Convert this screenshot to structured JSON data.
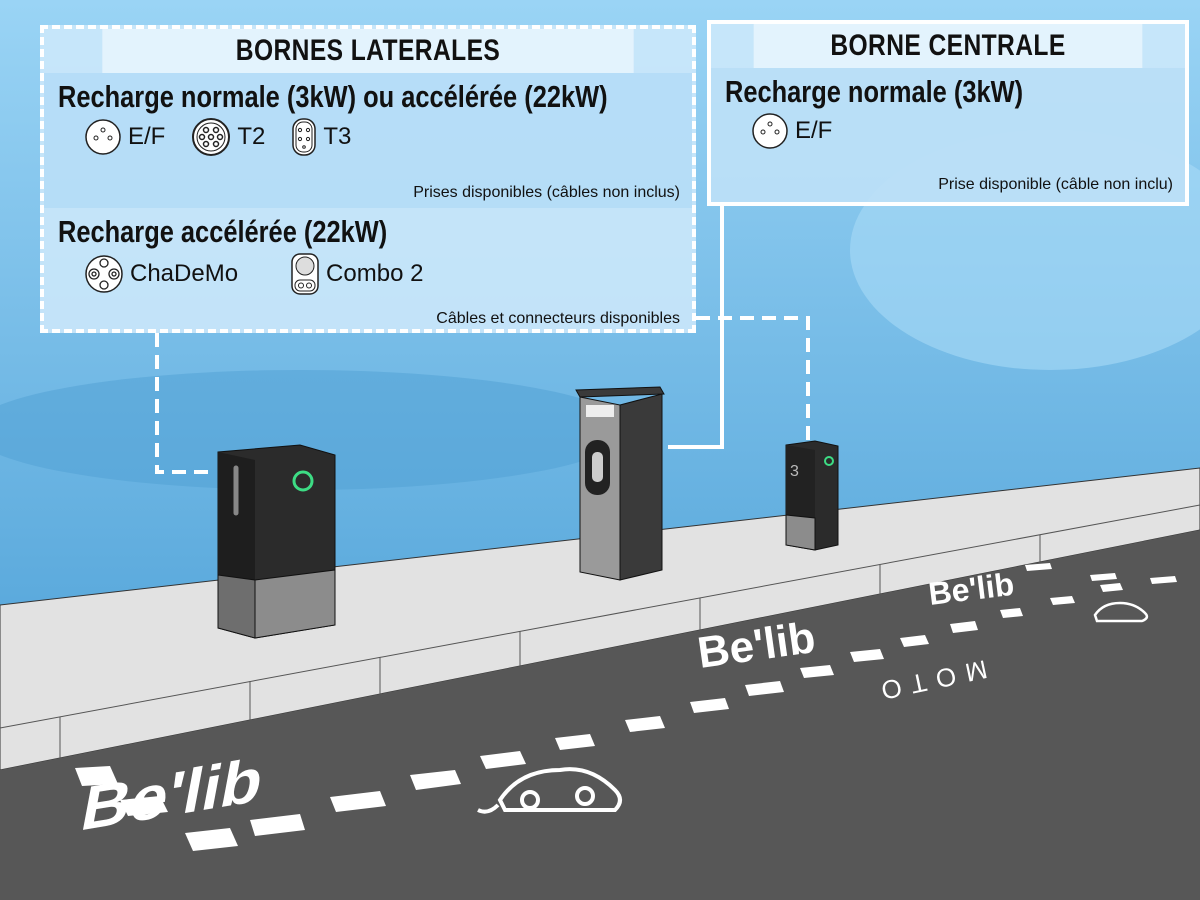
{
  "left_panel": {
    "title": "BORNES LATERALES",
    "section1": {
      "title": "Recharge normale (3kW) ou accélérée (22kW)",
      "connectors": [
        {
          "label": "E/F",
          "icon": "plug-ef-icon"
        },
        {
          "label": "T2",
          "icon": "plug-t2-icon"
        },
        {
          "label": "T3",
          "icon": "plug-t3-icon"
        }
      ],
      "note": "Prises disponibles (câbles non inclus)"
    },
    "section2": {
      "title": "Recharge accélérée (22kW)",
      "connectors": [
        {
          "label": "ChaDeMo",
          "icon": "plug-chademo-icon"
        },
        {
          "label": "Combo 2",
          "icon": "plug-combo2-icon"
        }
      ],
      "note": "Câbles et connecteurs disponibles"
    }
  },
  "right_panel": {
    "title": "BORNE CENTRALE",
    "section1": {
      "title": "Recharge normale (3kW)",
      "connectors": [
        {
          "label": "E/F",
          "icon": "plug-ef-icon"
        }
      ],
      "note": "Prise disponible (câble non inclu)"
    }
  },
  "road": {
    "logo_text": "Be'lib",
    "moto_label": "MOTO"
  },
  "colors": {
    "sky": "#6fb8e6",
    "sidewalk": "#e2e2e2",
    "road": "#575757",
    "charger_dark": "#2b2b2b",
    "charger_grey": "#8c8c8c",
    "accent_green": "#3ddc84"
  }
}
